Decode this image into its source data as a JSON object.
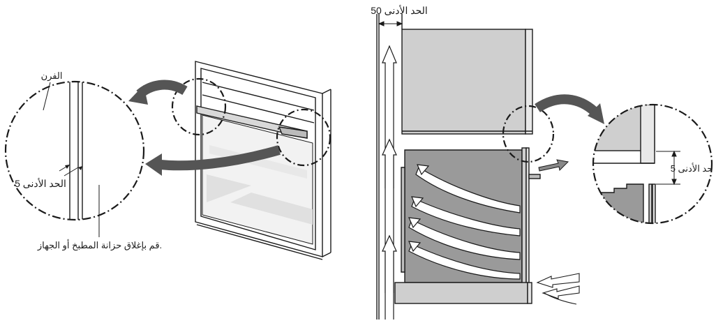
{
  "left_figure": {
    "oven_label": "الفرن",
    "gap_label": "الحد الأدنى 5",
    "close_instruction": "قم بإغلاق حزانة المطبخ أو الجهاز."
  },
  "right_figure": {
    "top_gap_label": "الحد الأدنى 50",
    "zoom_gap_label": "حد الأدنى 5"
  },
  "colors": {
    "line": "#1a1a1a",
    "cabinet_fill": "#cfcfcf",
    "oven_fill": "#9a9a9a",
    "glass_fill": "#e0e0e0",
    "arrow_fill": "#777777"
  }
}
